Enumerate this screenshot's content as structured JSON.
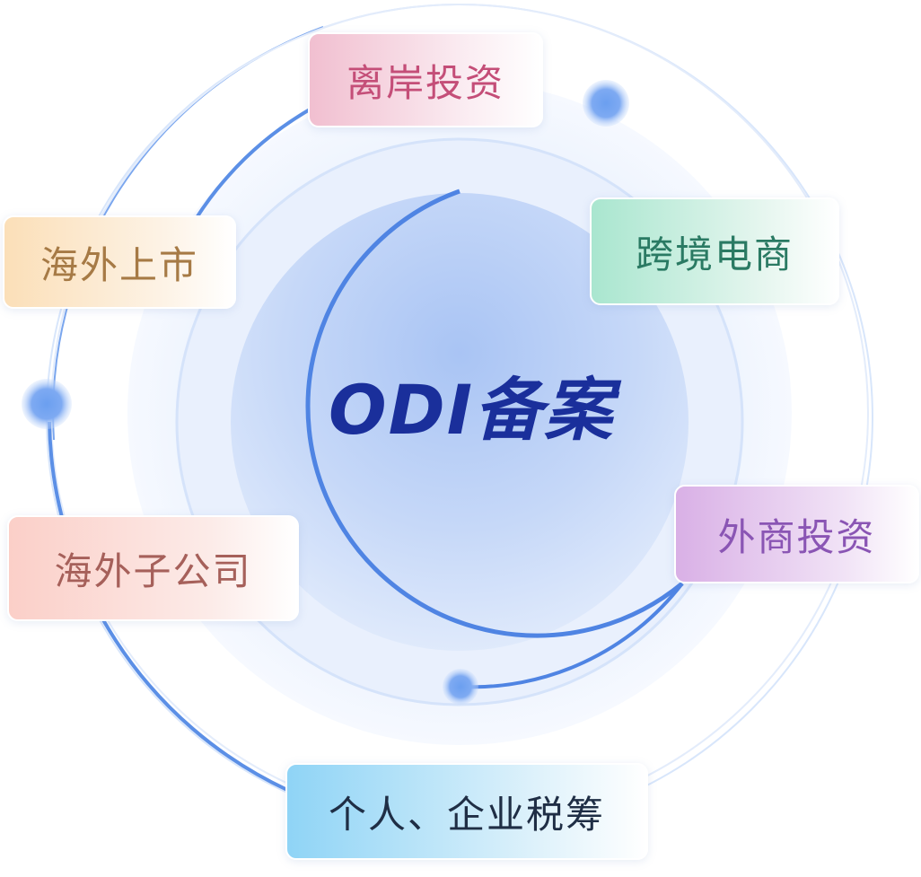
{
  "center": {
    "label": "ODI备案"
  },
  "tags": {
    "offshore": "离岸投资",
    "overseas_listing": "海外上市",
    "cross_border_ecommerce": "跨境电商",
    "foreign_investment": "外商投资",
    "overseas_subsidiary": "海外子公司",
    "tax_planning": "个人、企业税筹"
  },
  "colors": {
    "center_text": "#1a2f9b",
    "ring_blue": "#5b8fe6",
    "node_blue": "#6b9ff0",
    "offshore_text": "#c44e78",
    "listing_text": "#a67a45",
    "ecom_text": "#2a7a63",
    "fdi_text": "#8a55b4",
    "subsidiary_text": "#a6605a",
    "tax_text": "#1f2e45"
  }
}
